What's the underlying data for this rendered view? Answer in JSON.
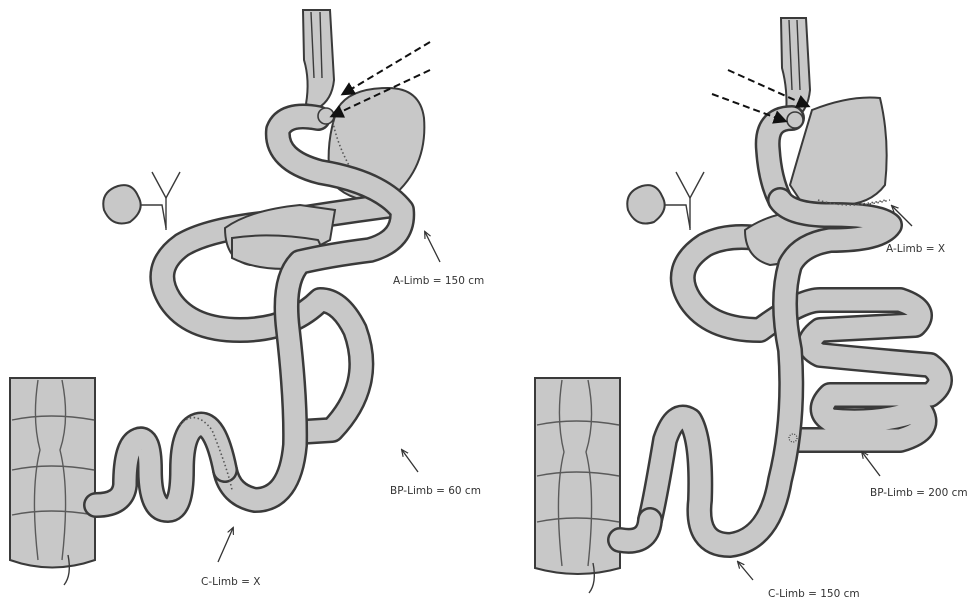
{
  "labels": {
    "left": {
      "a_limb": "A-Limb = 150 cm",
      "bp_limb": "BP-Limb = 60 cm",
      "c_limb": "C-Limb = X"
    },
    "right": {
      "a_limb": "A-Limb = X",
      "bp_limb": "BP-Limb = 200 cm",
      "c_limb": "C-Limb = 150 cm"
    }
  },
  "colors": {
    "organ_fill": "#c8c8c8",
    "outline": "#3a3a3a",
    "arrow": "#111111"
  }
}
